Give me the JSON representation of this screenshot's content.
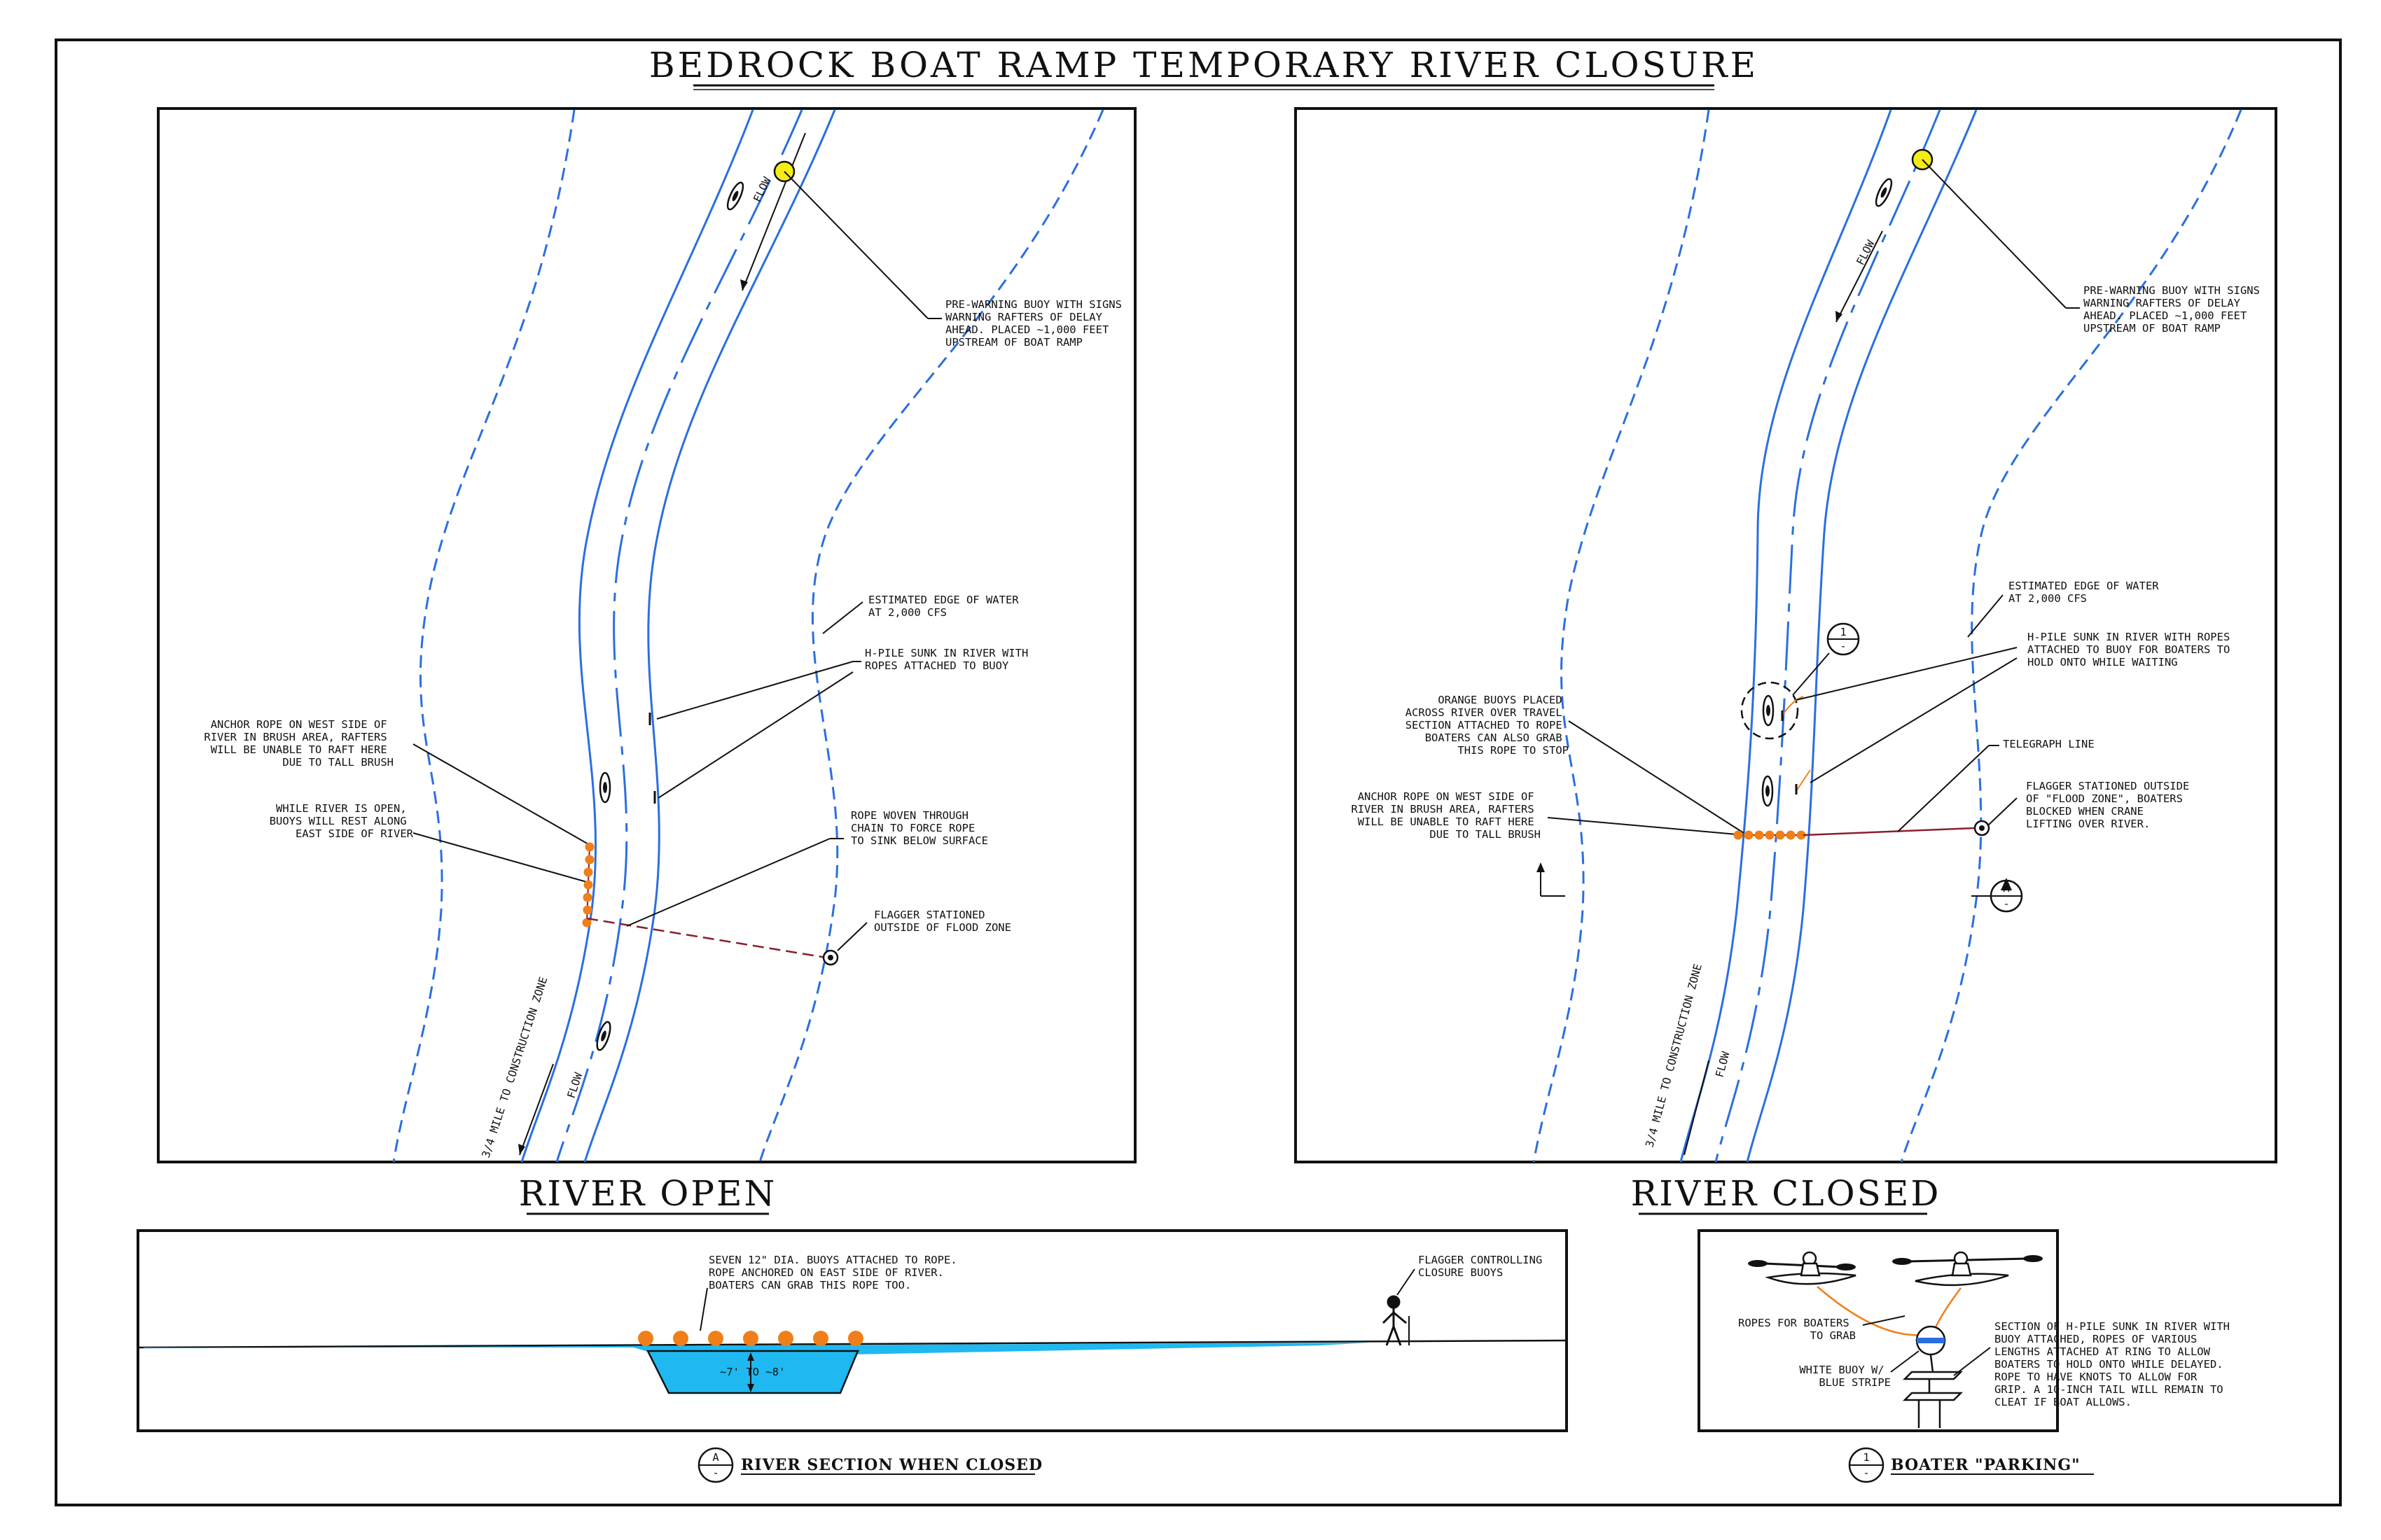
{
  "title": "BEDROCK BOAT RAMP TEMPORARY RIVER CLOSURE",
  "panels": {
    "open_label": "RIVER OPEN",
    "closed_label": "RIVER CLOSED"
  },
  "open_notes": {
    "flow_top": "FLOW",
    "flow_bottom": "FLOW",
    "mile": "3/4 MILE TO CONSTRUCTION ZONE",
    "prewarning": [
      "PRE-WARNING BUOY WITH SIGNS",
      "WARNING RAFTERS OF DELAY",
      "AHEAD. PLACED ~1,000 FEET",
      "UPSTREAM OF BOAT RAMP"
    ],
    "edge_water": [
      "ESTIMATED EDGE OF WATER",
      "AT 2,000 CFS"
    ],
    "hpile": [
      "H-PILE SUNK IN RIVER WITH",
      "ROPES ATTACHED TO BUOY"
    ],
    "anchor": [
      "ANCHOR ROPE ON WEST SIDE OF",
      "RIVER IN BRUSH AREA, RAFTERS",
      "WILL BE UNABLE TO RAFT HERE",
      "DUE TO TALL BRUSH"
    ],
    "while_open": [
      "WHILE RIVER IS OPEN,",
      "BUOYS WILL REST ALONG",
      "EAST SIDE OF RIVER"
    ],
    "rope_woven": [
      "ROPE WOVEN THROUGH",
      "CHAIN TO FORCE ROPE",
      "TO SINK BELOW SURFACE"
    ],
    "flagger": [
      "FLAGGER STATIONED",
      "OUTSIDE OF FLOOD ZONE"
    ]
  },
  "closed_notes": {
    "flow_top": "FLOW",
    "flow_bottom": "FLOW",
    "mile": "3/4 MILE TO CONSTRUCTION ZONE",
    "prewarning": [
      "PRE-WARNING BUOY WITH SIGNS",
      "WARNING RAFTERS OF DELAY",
      "AHEAD. PLACED ~1,000 FEET",
      "UPSTREAM OF BOAT RAMP"
    ],
    "edge_water": [
      "ESTIMATED EDGE OF WATER",
      "AT 2,000 CFS"
    ],
    "hpile": [
      "H-PILE SUNK IN RIVER WITH ROPES",
      "ATTACHED TO BUOY FOR BOATERS TO",
      "HOLD ONTO WHILE WAITING"
    ],
    "orange_buoys": [
      "ORANGE BUOYS PLACED",
      "ACROSS RIVER OVER TRAVEL",
      "SECTION ATTACHED TO ROPE",
      "BOATERS CAN ALSO GRAB",
      "THIS ROPE TO STOP"
    ],
    "anchor": [
      "ANCHOR ROPE ON WEST SIDE OF",
      "RIVER IN BRUSH AREA, RAFTERS",
      "WILL BE UNABLE TO RAFT HERE",
      "DUE TO TALL BRUSH"
    ],
    "telegraph": "TELEGRAPH LINE",
    "flagger": [
      "FLAGGER STATIONED OUTSIDE",
      "OF \"FLOOD ZONE\", BOATERS",
      "BLOCKED WHEN CRANE",
      "LIFTING OVER RIVER."
    ],
    "detail_ref_top": "1",
    "detail_ref_bottom": "-",
    "section_ref_top": "A",
    "section_ref_bottom": "-"
  },
  "section": {
    "buoys_note": [
      "SEVEN 12\" DIA. BUOYS ATTACHED TO ROPE.",
      "ROPE ANCHORED ON EAST SIDE OF RIVER.",
      "BOATERS CAN GRAB THIS ROPE TOO."
    ],
    "flagger_note": [
      "FLAGGER CONTROLLING",
      "CLOSURE BUOYS"
    ],
    "depth": "~7' TO ~8'",
    "caption": "RIVER SECTION WHEN CLOSED",
    "ref_top": "A",
    "ref_bottom": "-"
  },
  "parking": {
    "ropes_note": [
      "ROPES FOR BOATERS",
      "TO GRAB"
    ],
    "white_buoy": [
      "WHITE BUOY W/",
      "BLUE STRIPE"
    ],
    "hpile_note": [
      "SECTION OF H-PILE SUNK IN RIVER WITH",
      "BUOY ATTACHED, ROPES OF VARIOUS",
      "LENGTHS ATTACHED AT RING TO ALLOW",
      "BOATERS TO HOLD ONTO WHILE DELAYED.",
      "ROPE TO HAVE KNOTS TO ALLOW FOR",
      "GRIP. A 10-INCH TAIL WILL REMAIN TO",
      "CLEAT IF BOAT ALLOWS."
    ],
    "caption": "BOATER \"PARKING\"",
    "ref_top": "1",
    "ref_bottom": "-"
  },
  "colors": {
    "river": "#2a6fe0",
    "buoy_orange": "#f07f1a",
    "prewarning_yellow": "#f4ec17",
    "rope": "#8a1f2a",
    "water": "#1fb8f0"
  }
}
